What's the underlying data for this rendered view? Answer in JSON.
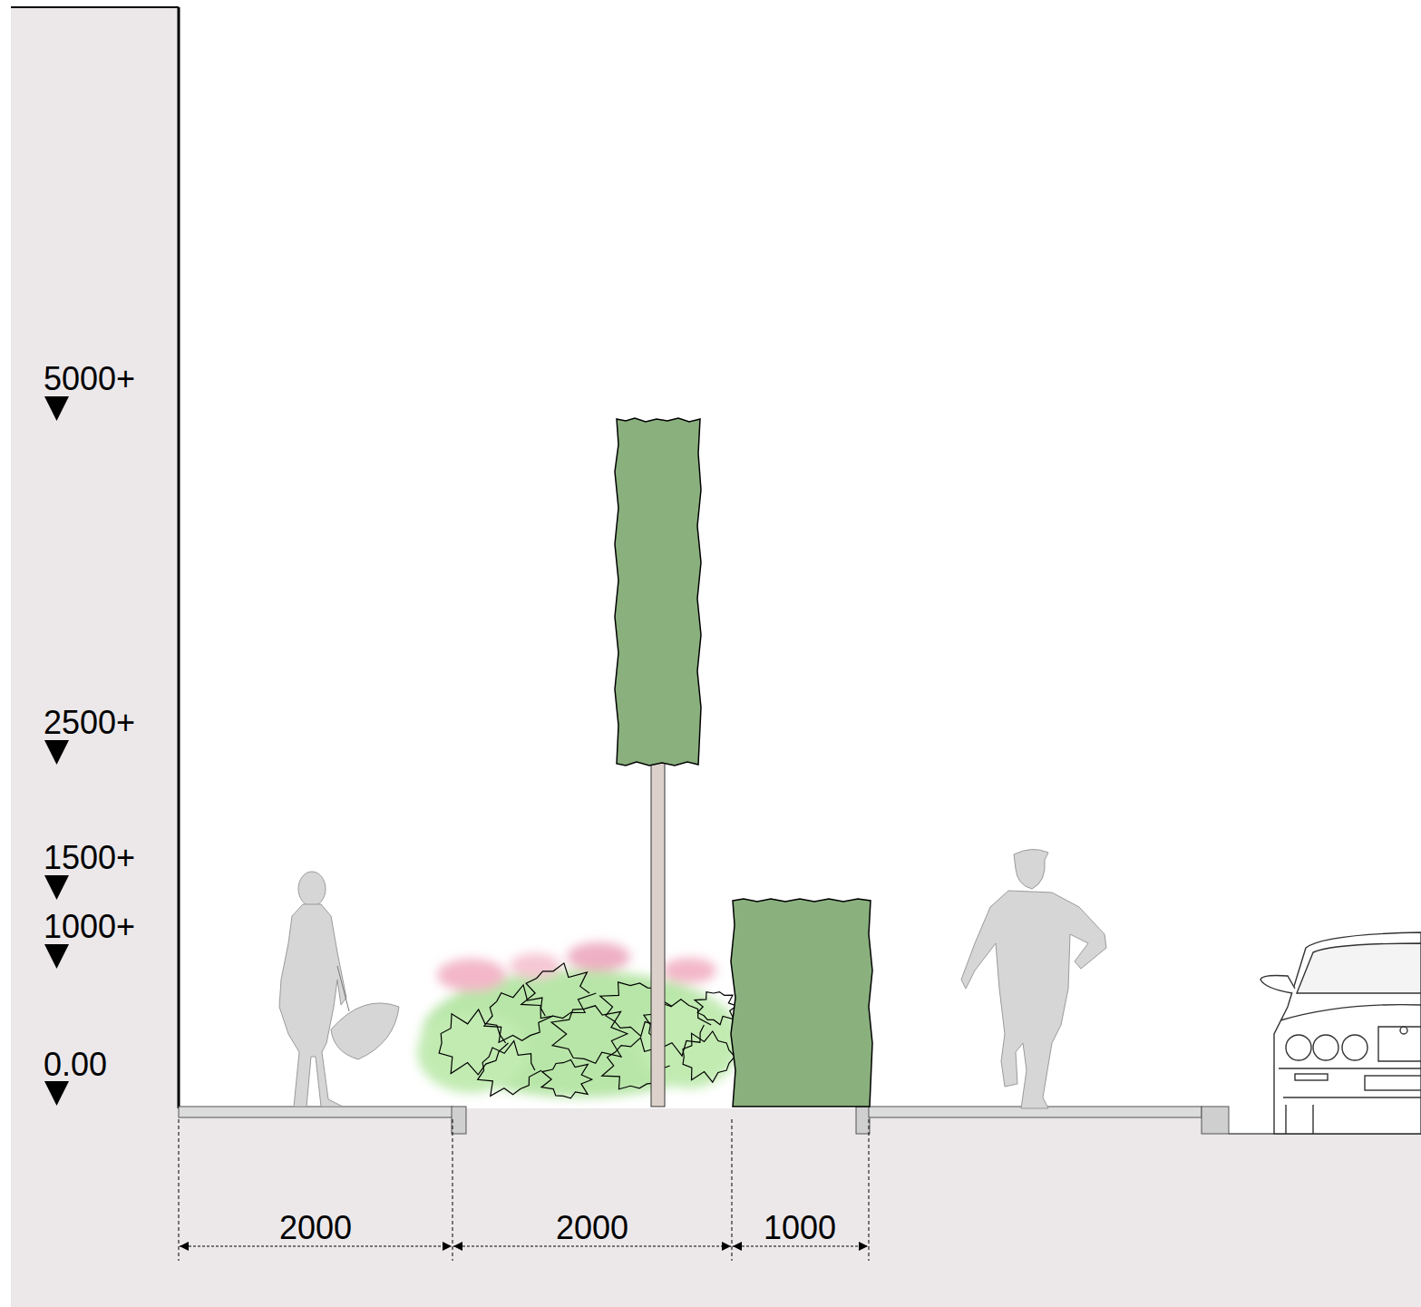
{
  "diagram": {
    "labels": [
      "5000+",
      "2500+",
      "1500+",
      "1000+",
      "0.00",
      "2000",
      "2000",
      "1000"
    ]
  }
}
